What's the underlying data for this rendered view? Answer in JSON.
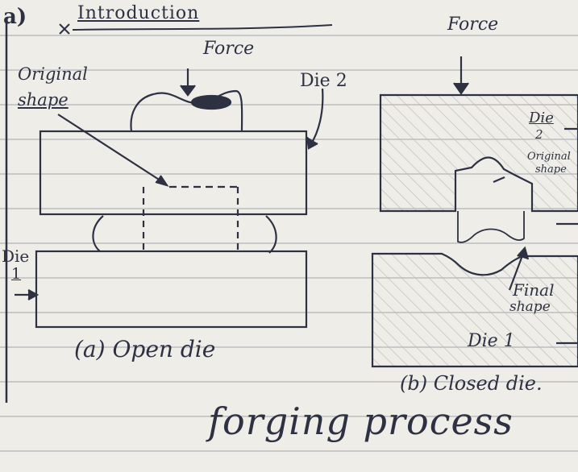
{
  "header": {
    "question_marker": "a)",
    "heading": "Introduction"
  },
  "open_die": {
    "force_label": "Force",
    "original_shape_label": "Original",
    "original_shape_label_2": "shape",
    "die2_label": "Die 2",
    "die1_label": "Die",
    "die1_number": "1",
    "caption": "(a) Open die"
  },
  "closed_die": {
    "force_label": "Force",
    "die2_label": "Die",
    "die2_number": "2",
    "original_shape_label": "Original",
    "original_shape_label_2": "shape",
    "final_shape_label": "Final",
    "final_shape_label_2": "shape",
    "die1_label": "Die 1",
    "caption": "(b) Closed die."
  },
  "footer": {
    "title": "forging process"
  },
  "colors": {
    "paper": "#eeede8",
    "ruled_line": "#c9c9c9",
    "ink": "#2d3142",
    "hatch": "#b9b9b9"
  }
}
